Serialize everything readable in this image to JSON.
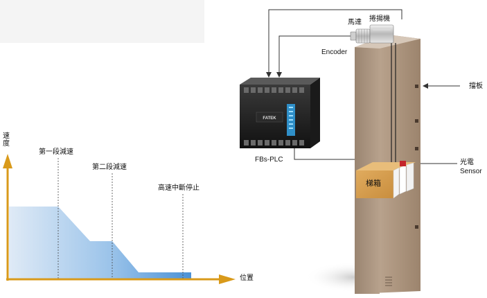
{
  "velocity_profile": {
    "y_axis_label": "速度",
    "x_axis_label": "位置",
    "markers": [
      {
        "label": "第一段減速"
      },
      {
        "label": "第二段減速"
      },
      {
        "label": "高速中斷停止"
      }
    ]
  },
  "system": {
    "plc_label": "FBs-PLC",
    "plc_brand": "FATEK",
    "motor_label": "馬達",
    "hoist_label": "捲揚機",
    "encoder_label": "Encoder",
    "shield_label": "擋板",
    "sensor_label_cn": "光電",
    "sensor_label_en": "Sensor",
    "car_label": "梯箱"
  },
  "colors": {
    "axis_arrow": "#d99a1a",
    "profile_fill": "#6aa7de",
    "shaft": "#a89078",
    "car": "#d8a052",
    "wire": "#333333"
  }
}
